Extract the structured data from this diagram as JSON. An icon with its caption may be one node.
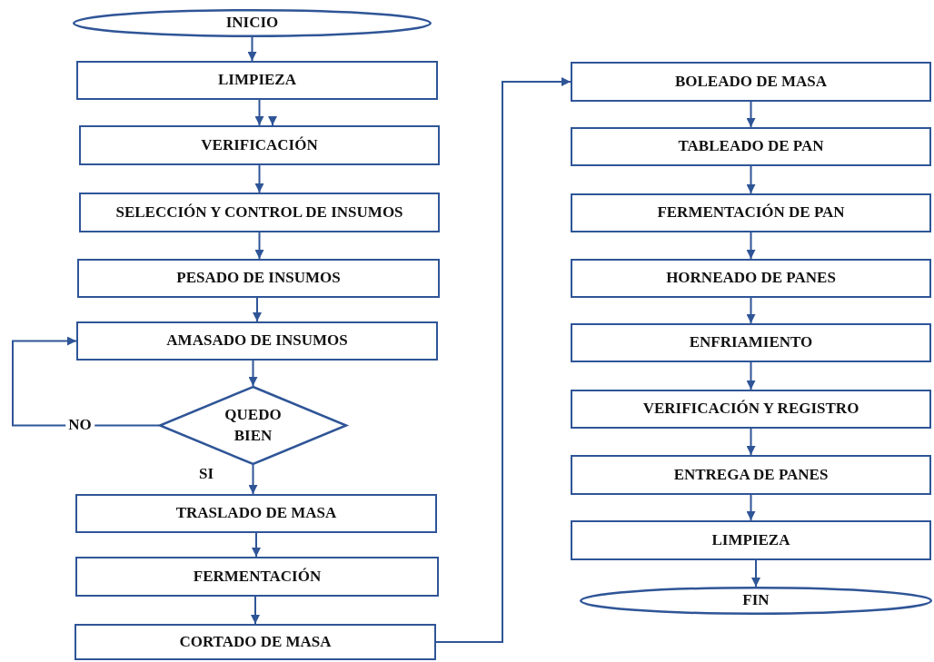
{
  "diagram": {
    "nodes": [
      {
        "text": [
          "INICIO"
        ]
      },
      {
        "text": [
          "LIMPIEZA"
        ]
      },
      {
        "text": [
          "VERIFICACIÓN"
        ]
      },
      {
        "text": [
          "SELECCIÓN Y CONTROL DE INSUMOS"
        ]
      },
      {
        "text": [
          "PESADO DE INSUMOS"
        ]
      },
      {
        "text": [
          "AMASADO DE INSUMOS"
        ]
      },
      {
        "text": [
          "QUEDO BIEN"
        ]
      },
      {
        "text": [
          "TRASLADO DE MASA"
        ]
      },
      {
        "text": [
          "FERMENTACIÓN"
        ]
      },
      {
        "text": [
          "CORTADO DE MASA"
        ]
      },
      {
        "text": [
          "BOLEADO DE MASA"
        ]
      },
      {
        "text": [
          "TABLEADO DE PAN"
        ]
      },
      {
        "text": [
          "FERMENTACIÓN DE PAN"
        ]
      },
      {
        "text": [
          "HORNEADO DE PANES"
        ]
      },
      {
        "text": [
          "ENFRIAMIENTO"
        ]
      },
      {
        "text": [
          "VERIFICACIÓN Y REGISTRO"
        ]
      },
      {
        "text": [
          "ENTREGA DE PANES"
        ]
      },
      {
        "text": [
          "LIMPIEZA"
        ]
      },
      {
        "text": [
          "FIN"
        ]
      }
    ],
    "edges": [
      {
        "from": 0,
        "to": 1,
        "arrow": "to"
      },
      {
        "from": 1,
        "to": 2,
        "arrow": "to"
      },
      {
        "from": null,
        "to": 2,
        "arrow": "to"
      },
      {
        "from": 2,
        "to": 3,
        "arrow": "to"
      },
      {
        "from": 3,
        "to": 4,
        "arrow": "to"
      },
      {
        "from": 4,
        "to": 5,
        "arrow": "to"
      },
      {
        "from": 5,
        "to": 6,
        "arrow": "to"
      },
      {
        "from": 6,
        "to": 5,
        "arrow": "to",
        "label": "NO"
      },
      {
        "from": 6,
        "to": 7,
        "arrow": "to",
        "label": "SI"
      },
      {
        "from": 7,
        "to": 8,
        "arrow": "to"
      },
      {
        "from": 8,
        "to": 9,
        "arrow": "to"
      },
      {
        "from": 9,
        "to": 10,
        "arrow": "to"
      },
      {
        "from": 10,
        "to": 11,
        "arrow": "to"
      },
      {
        "from": 11,
        "to": 12,
        "arrow": "to"
      },
      {
        "from": 12,
        "to": 13,
        "arrow": "to"
      },
      {
        "from": 13,
        "to": 14,
        "arrow": "to"
      },
      {
        "from": 14,
        "to": 15,
        "arrow": "to"
      },
      {
        "from": 15,
        "to": 16,
        "arrow": "to"
      },
      {
        "from": 16,
        "to": 17,
        "arrow": "to"
      },
      {
        "from": 17,
        "to": 18,
        "arrow": "to"
      }
    ]
  }
}
